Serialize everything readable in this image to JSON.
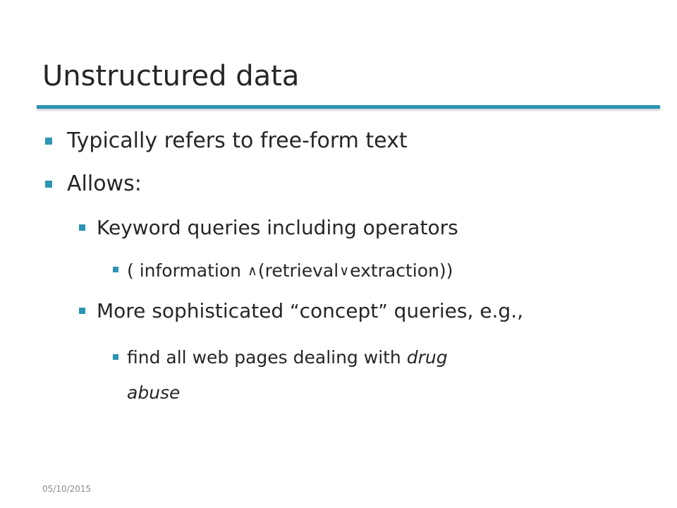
{
  "slide": {
    "title": "Unstructured data",
    "bullets": {
      "b1": "Typically refers to free-form text",
      "b2": "Allows:",
      "b2_1": "Keyword queries including operators",
      "b2_1_1": {
        "part1": "( information ",
        "and_op": "∧",
        "part2": "(retrieval",
        "or_op": "∨",
        "part3": "extraction))"
      },
      "b2_2": {
        "part1": "More sophisticated ",
        "open_quote": "“",
        "word": "concept",
        "close_quote": "”",
        "part2": " queries, e.g.,"
      },
      "b2_2_1": {
        "line1_prefix": "find all web pages dealing with ",
        "line1_italic": "drug",
        "line2_italic": "abuse"
      }
    },
    "footer_date": "05/10/2015"
  },
  "colors": {
    "accent": "#2c95b3",
    "text": "#262626",
    "footer": "#8a8a8a"
  },
  "icons": {
    "bullet_marker": "square-bullet-icon"
  }
}
